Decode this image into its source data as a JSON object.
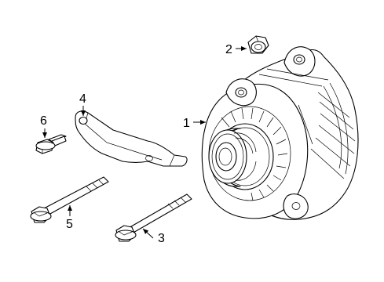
{
  "diagram": {
    "callouts": [
      {
        "id": "alternator",
        "label": "1"
      },
      {
        "id": "nut",
        "label": "2"
      },
      {
        "id": "long-bolt-right",
        "label": "3"
      },
      {
        "id": "bracket",
        "label": "4"
      },
      {
        "id": "long-bolt-left",
        "label": "5"
      },
      {
        "id": "short-bolt",
        "label": "6"
      }
    ]
  }
}
